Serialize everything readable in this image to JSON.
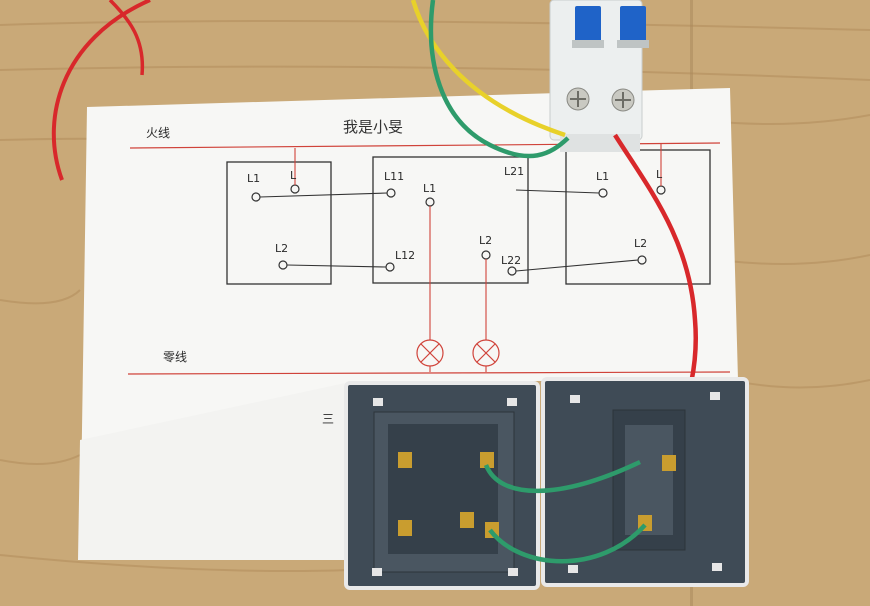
{
  "diagram": {
    "title": "我是小旻",
    "live_wire_label": "火线",
    "neutral_wire_label": "零线",
    "partial_caption": "三",
    "left_box": {
      "terminal_l1": "L1",
      "terminal_l": "L",
      "terminal_l2": "L2"
    },
    "middle_box": {
      "terminal_l11": "L11",
      "terminal_l1": "L1",
      "terminal_l12": "L12",
      "terminal_l2": "L2",
      "terminal_l22": "L22",
      "terminal_l21": "L21"
    },
    "right_box": {
      "terminal_l1": "L1",
      "terminal_l": "L",
      "terminal_l2": "L2"
    }
  },
  "colors": {
    "wood": "#c9a978",
    "paper": "#f7f7f5",
    "ink_red": "#d0433a",
    "ink_dark": "#2d2d2d",
    "wire_red": "#d8282b",
    "wire_green": "#2e9b6b",
    "wire_yellow": "#e8d12a",
    "breaker_blue": "#1f63c8",
    "switch_body": "#3f4b56"
  },
  "icons": [
    "lamp-icon",
    "breaker-icon",
    "switch-plate-icon",
    "terminal-screw-icon"
  ]
}
